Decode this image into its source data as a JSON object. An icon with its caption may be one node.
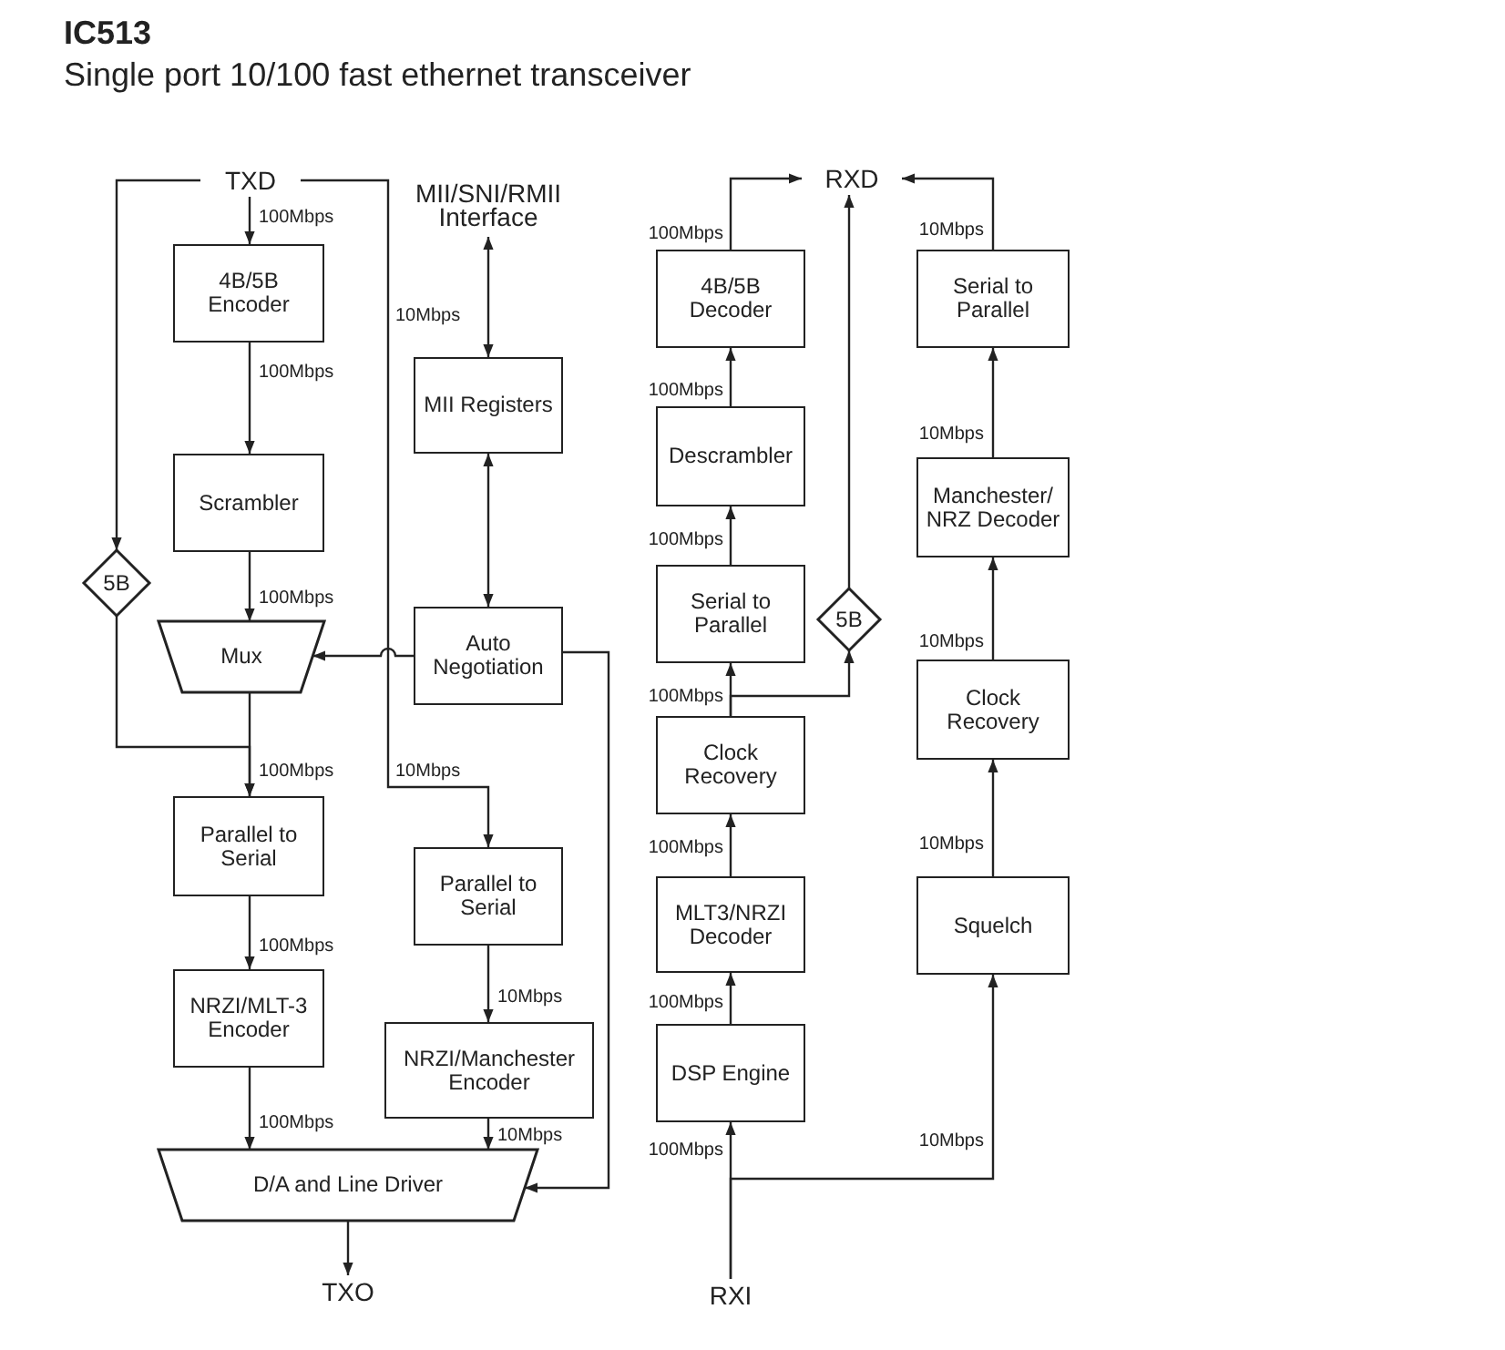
{
  "diagram": {
    "title": "IC513",
    "nodes": [
      {
        "text": [
          "TXD"
        ]
      },
      {
        "text": [
          "MII/SNI/RMII Interface"
        ]
      },
      {
        "text": [
          "4B/5B Encoder"
        ]
      },
      {
        "text": [
          "Scrambler"
        ]
      },
      {
        "text": [
          "5B"
        ]
      },
      {
        "text": [
          "Mux"
        ]
      },
      {
        "text": [
          "MII Registers"
        ]
      },
      {
        "text": [
          "Auto Negotiation"
        ]
      },
      {
        "text": [
          "Parallel to Serial"
        ]
      },
      {
        "text": [
          "NRZI/MLT-3 Encoder"
        ]
      },
      {
        "text": [
          "Parallel to Serial"
        ]
      },
      {
        "text": [
          "NRZI/Manchester Encoder"
        ]
      },
      {
        "text": [
          "D/A and Line Driver"
        ]
      },
      {
        "text": [
          "TXO"
        ]
      },
      {
        "text": [
          "RXD"
        ]
      },
      {
        "text": [
          "4B/5B Decoder"
        ]
      },
      {
        "text": [
          "Descrambler"
        ]
      },
      {
        "text": [
          "Serial to Parallel"
        ]
      },
      {
        "text": [
          "5B"
        ]
      },
      {
        "text": [
          "Clock Recovery"
        ]
      },
      {
        "text": [
          "MLT3/NRZI Decoder"
        ]
      },
      {
        "text": [
          "DSP Engine"
        ]
      },
      {
        "text": [
          "RXI"
        ]
      },
      {
        "text": [
          "Serial to Parallel"
        ]
      },
      {
        "text": [
          "Manchester/ NRZ Decoder"
        ]
      },
      {
        "text": [
          "Clock Recovery"
        ]
      },
      {
        "text": [
          "Squelch"
        ]
      }
    ],
    "edges": [
      {
        "from": 0,
        "to": 2,
        "arrow": "to",
        "label": "100Mbps"
      },
      {
        "from": 0,
        "to": 4,
        "arrow": "to"
      },
      {
        "from": 0,
        "to": 10,
        "arrow": "to",
        "label": "10Mbps"
      },
      {
        "from": 1,
        "to": 6,
        "arrow": "both"
      },
      {
        "from": 2,
        "to": 3,
        "arrow": "to",
        "label": "100Mbps"
      },
      {
        "from": 3,
        "to": 5,
        "arrow": "to",
        "label": "100Mbps"
      },
      {
        "from": 6,
        "to": 7,
        "arrow": "both"
      },
      {
        "from": 7,
        "to": 5,
        "arrow": "to"
      },
      {
        "from": 7,
        "to": 12,
        "arrow": "to"
      },
      {
        "from": 5,
        "to": 8,
        "arrow": "to",
        "label": "100Mbps"
      },
      {
        "from": 4,
        "to": 8,
        "arrow": "to"
      },
      {
        "from": 8,
        "to": 9,
        "arrow": "to",
        "label": "100Mbps"
      },
      {
        "from": 9,
        "to": 12,
        "arrow": "to",
        "label": "100Mbps"
      },
      {
        "from": 10,
        "to": 11,
        "arrow": "to",
        "label": "10Mbps"
      },
      {
        "from": 11,
        "to": 12,
        "arrow": "to",
        "label": "10Mbps"
      },
      {
        "from": 12,
        "to": 13,
        "arrow": "to"
      },
      {
        "from": 22,
        "to": 21,
        "arrow": "to",
        "label": "100Mbps"
      },
      {
        "from": 21,
        "to": 20,
        "arrow": "to",
        "label": "100Mbps"
      },
      {
        "from": 20,
        "to": 19,
        "arrow": "to",
        "label": "100Mbps"
      },
      {
        "from": 19,
        "to": 17,
        "arrow": "to",
        "label": "100Mbps"
      },
      {
        "from": 19,
        "to": 18,
        "arrow": "to"
      },
      {
        "from": 17,
        "to": 16,
        "arrow": "to",
        "label": "100Mbps"
      },
      {
        "from": 16,
        "to": 15,
        "arrow": "to",
        "label": "100Mbps"
      },
      {
        "from": 15,
        "to": 14,
        "arrow": "to",
        "label": "100Mbps"
      },
      {
        "from": 18,
        "to": 14,
        "arrow": "to"
      },
      {
        "from": 22,
        "to": 26,
        "arrow": "to",
        "label": "10Mbps"
      },
      {
        "from": 26,
        "to": 25,
        "arrow": "to",
        "label": "10Mbps"
      },
      {
        "from": 25,
        "to": 24,
        "arrow": "to",
        "label": "10Mbps"
      },
      {
        "from": 24,
        "to": 23,
        "arrow": "to",
        "label": "10Mbps"
      },
      {
        "from": 23,
        "to": 14,
        "arrow": "to",
        "label": "10Mbps"
      }
    ],
    "labels": [
      "Single port 10/100 fast ethernet transceiver",
      "10Mbps"
    ]
  }
}
